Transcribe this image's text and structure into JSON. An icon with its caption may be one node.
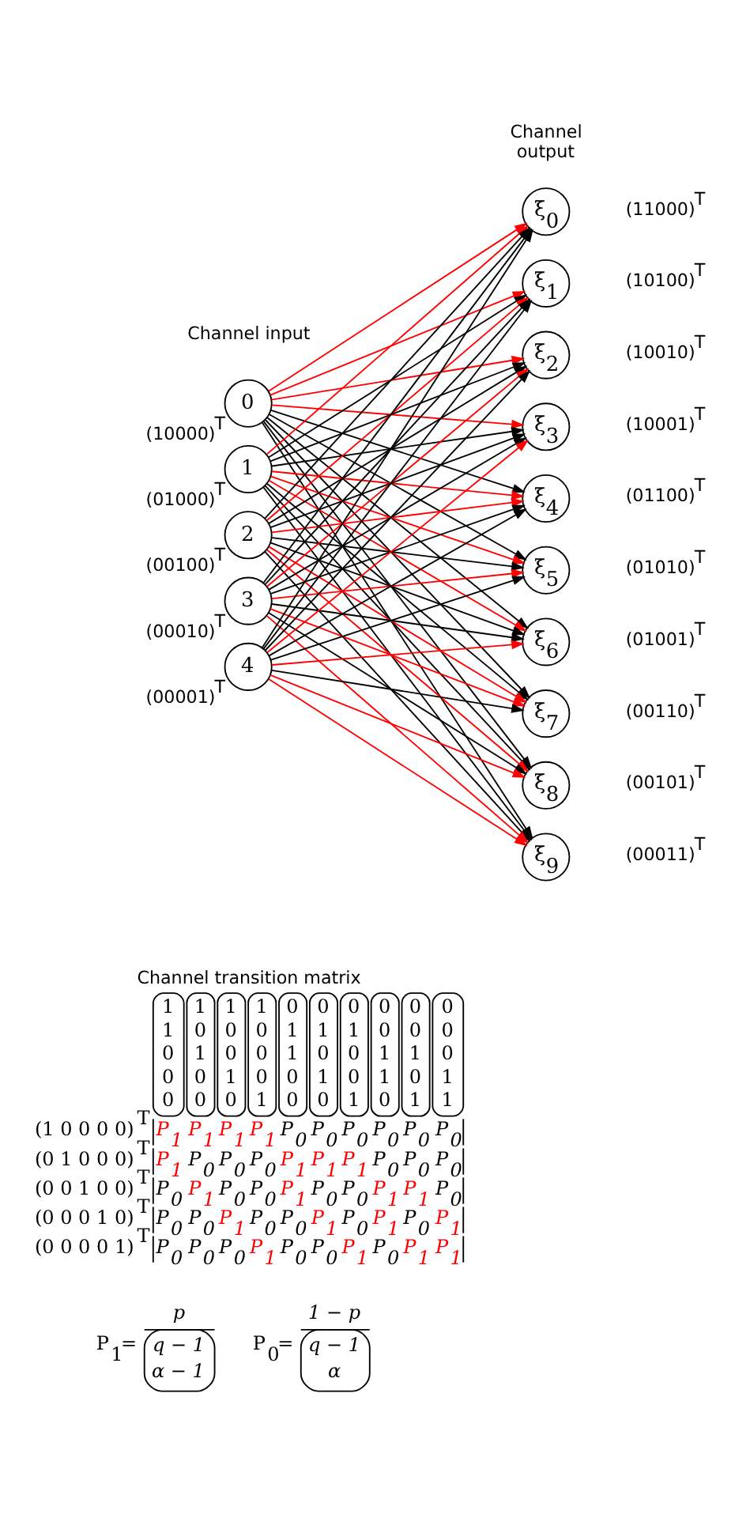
{
  "diagram": {
    "nodes": [
      {
        "text": [
          "0"
        ],
        "beside": [
          "(10000)$^{T}$"
        ]
      },
      {
        "text": [
          "1"
        ],
        "beside": [
          "(01000)$^{T}$"
        ]
      },
      {
        "text": [
          "2"
        ],
        "beside": [
          "(00100)$^{T}$"
        ]
      },
      {
        "text": [
          "3"
        ],
        "beside": [
          "(00010)$^{T}$"
        ]
      },
      {
        "text": [
          "4"
        ],
        "beside": [
          "(00001)$^{T}$"
        ]
      },
      {
        "text": [
          "ξ$_{0}$"
        ],
        "beside": [
          "(11000)$^{T}$"
        ]
      },
      {
        "text": [
          "ξ$_{1}$"
        ],
        "beside": [
          "(10100)$^{T}$"
        ]
      },
      {
        "text": [
          "ξ$_{2}$"
        ],
        "beside": [
          "(10010)$^{T}$"
        ]
      },
      {
        "text": [
          "ξ$_{3}$"
        ],
        "beside": [
          "(10001)$^{T}$"
        ]
      },
      {
        "text": [
          "ξ$_{4}$"
        ],
        "beside": [
          "(01100)$^{T}$"
        ]
      },
      {
        "text": [
          "ξ$_{5}$"
        ],
        "beside": [
          "(01010)$^{T}$"
        ]
      },
      {
        "text": [
          "ξ$_{6}$"
        ],
        "beside": [
          "(01001)$^{T}$"
        ]
      },
      {
        "text": [
          "ξ$_{7}$"
        ],
        "beside": [
          "(00110)$^{T}$"
        ]
      },
      {
        "text": [
          "ξ$_{8}$"
        ],
        "beside": [
          "(00101)$^{T}$"
        ]
      },
      {
        "text": [
          "ξ$_{9}$"
        ],
        "beside": [
          "(00011)$^{T}$"
        ]
      }
    ],
    "edges": [
      {
        "from": 0,
        "to": 5,
        "arrow": "to",
        "color": "#ff0000"
      },
      {
        "from": 0,
        "to": 6,
        "arrow": "to",
        "color": "#ff0000"
      },
      {
        "from": 0,
        "to": 7,
        "arrow": "to",
        "color": "#ff0000"
      },
      {
        "from": 0,
        "to": 8,
        "arrow": "to",
        "color": "#ff0000"
      },
      {
        "from": 0,
        "to": 9,
        "arrow": "to"
      },
      {
        "from": 0,
        "to": 10,
        "arrow": "to"
      },
      {
        "from": 0,
        "to": 11,
        "arrow": "to"
      },
      {
        "from": 0,
        "to": 12,
        "arrow": "to"
      },
      {
        "from": 0,
        "to": 13,
        "arrow": "to"
      },
      {
        "from": 0,
        "to": 14,
        "arrow": "to"
      },
      {
        "from": 1,
        "to": 5,
        "arrow": "to",
        "color": "#ff0000"
      },
      {
        "from": 1,
        "to": 6,
        "arrow": "to"
      },
      {
        "from": 1,
        "to": 7,
        "arrow": "to"
      },
      {
        "from": 1,
        "to": 8,
        "arrow": "to"
      },
      {
        "from": 1,
        "to": 9,
        "arrow": "to",
        "color": "#ff0000"
      },
      {
        "from": 1,
        "to": 10,
        "arrow": "to",
        "color": "#ff0000"
      },
      {
        "from": 1,
        "to": 11,
        "arrow": "to",
        "color": "#ff0000"
      },
      {
        "from": 1,
        "to": 12,
        "arrow": "to"
      },
      {
        "from": 1,
        "to": 13,
        "arrow": "to"
      },
      {
        "from": 1,
        "to": 14,
        "arrow": "to"
      },
      {
        "from": 2,
        "to": 5,
        "arrow": "to"
      },
      {
        "from": 2,
        "to": 6,
        "arrow": "to",
        "color": "#ff0000"
      },
      {
        "from": 2,
        "to": 7,
        "arrow": "to"
      },
      {
        "from": 2,
        "to": 8,
        "arrow": "to"
      },
      {
        "from": 2,
        "to": 9,
        "arrow": "to",
        "color": "#ff0000"
      },
      {
        "from": 2,
        "to": 10,
        "arrow": "to"
      },
      {
        "from": 2,
        "to": 11,
        "arrow": "to"
      },
      {
        "from": 2,
        "to": 12,
        "arrow": "to",
        "color": "#ff0000"
      },
      {
        "from": 2,
        "to": 13,
        "arrow": "to",
        "color": "#ff0000"
      },
      {
        "from": 2,
        "to": 14,
        "arrow": "to"
      },
      {
        "from": 3,
        "to": 5,
        "arrow": "to"
      },
      {
        "from": 3,
        "to": 6,
        "arrow": "to"
      },
      {
        "from": 3,
        "to": 7,
        "arrow": "to",
        "color": "#ff0000"
      },
      {
        "from": 3,
        "to": 8,
        "arrow": "to"
      },
      {
        "from": 3,
        "to": 9,
        "arrow": "to"
      },
      {
        "from": 3,
        "to": 10,
        "arrow": "to",
        "color": "#ff0000"
      },
      {
        "from": 3,
        "to": 11,
        "arrow": "to"
      },
      {
        "from": 3,
        "to": 12,
        "arrow": "to",
        "color": "#ff0000"
      },
      {
        "from": 3,
        "to": 13,
        "arrow": "to"
      },
      {
        "from": 3,
        "to": 14,
        "arrow": "to",
        "color": "#ff0000"
      },
      {
        "from": 4,
        "to": 5,
        "arrow": "to"
      },
      {
        "from": 4,
        "to": 6,
        "arrow": "to"
      },
      {
        "from": 4,
        "to": 7,
        "arrow": "to"
      },
      {
        "from": 4,
        "to": 8,
        "arrow": "to",
        "color": "#ff0000"
      },
      {
        "from": 4,
        "to": 9,
        "arrow": "to"
      },
      {
        "from": 4,
        "to": 10,
        "arrow": "to"
      },
      {
        "from": 4,
        "to": 11,
        "arrow": "to",
        "color": "#ff0000"
      },
      {
        "from": 4,
        "to": 12,
        "arrow": "to"
      },
      {
        "from": 4,
        "to": 13,
        "arrow": "to",
        "color": "#ff0000"
      },
      {
        "from": 4,
        "to": 14,
        "arrow": "to",
        "color": "#ff0000"
      }
    ],
    "labels": [
      "Channel input",
      "Channel output",
      "Channel transition matrix",
      "1",
      "1",
      "1",
      "1",
      "0",
      "0",
      "0",
      "0",
      "0",
      "0",
      "1",
      "0",
      "0",
      "0",
      "1",
      "1",
      "1",
      "0",
      "0",
      "0",
      "0",
      "1",
      "0",
      "0",
      "1",
      "0",
      "0",
      "1",
      "1",
      "0",
      "0",
      "0",
      "1",
      "0",
      "0",
      "1",
      "0",
      "1",
      "0",
      "1",
      "0",
      "0",
      "0",
      "1",
      "0",
      "0",
      "1",
      "0",
      "1",
      "1",
      "(1 0 0 0 0)$^{T}$",
      "P$_{1}$",
      "P$_{1}$",
      "P$_{1}$",
      "P$_{1}$",
      "P$_{0}$",
      "P$_{0}$",
      "P$_{0}$",
      "P$_{0}$",
      "P$_{0}$",
      "P$_{0}$",
      "(0 1 0 0 0)$^{T}$",
      "P$_{1}$",
      "P$_{0}$",
      "P$_{0}$",
      "P$_{0}$",
      "P$_{1}$",
      "P$_{1}$",
      "P$_{1}$",
      "P$_{0}$",
      "P$_{0}$",
      "P$_{0}$",
      "(0 0 1 0 0)$^{T}$",
      "P$_{0}$",
      "P$_{1}$",
      "P$_{0}$",
      "P$_{0}$",
      "P$_{1}$",
      "P$_{0}$",
      "P$_{0}$",
      "P$_{1}$",
      "P$_{1}$",
      "P$_{0}$",
      "(0 0 0 1 0)$^{T}$",
      "P$_{0}$",
      "P$_{0}$",
      "P$_{1}$",
      "P$_{0}$",
      "P$_{0}$",
      "P$_{1}$",
      "P$_{0}$",
      "P$_{1}$",
      "P$_{0}$",
      "P$_{1}$",
      "(0 0 0 0 1)$^{T}$",
      "P$_{0}$",
      "P$_{0}$",
      "P$_{0}$",
      "P$_{1}$",
      "P$_{0}$",
      "P$_{0}$",
      "P$_{1}$",
      "P$_{0}$",
      "P$_{1}$",
      "P$_{1}$",
      "P$_{1}$=",
      "p",
      "q − 1",
      "α − 1",
      "P$_{0}$=",
      "1 − p",
      "q − 1",
      "α"
    ]
  }
}
